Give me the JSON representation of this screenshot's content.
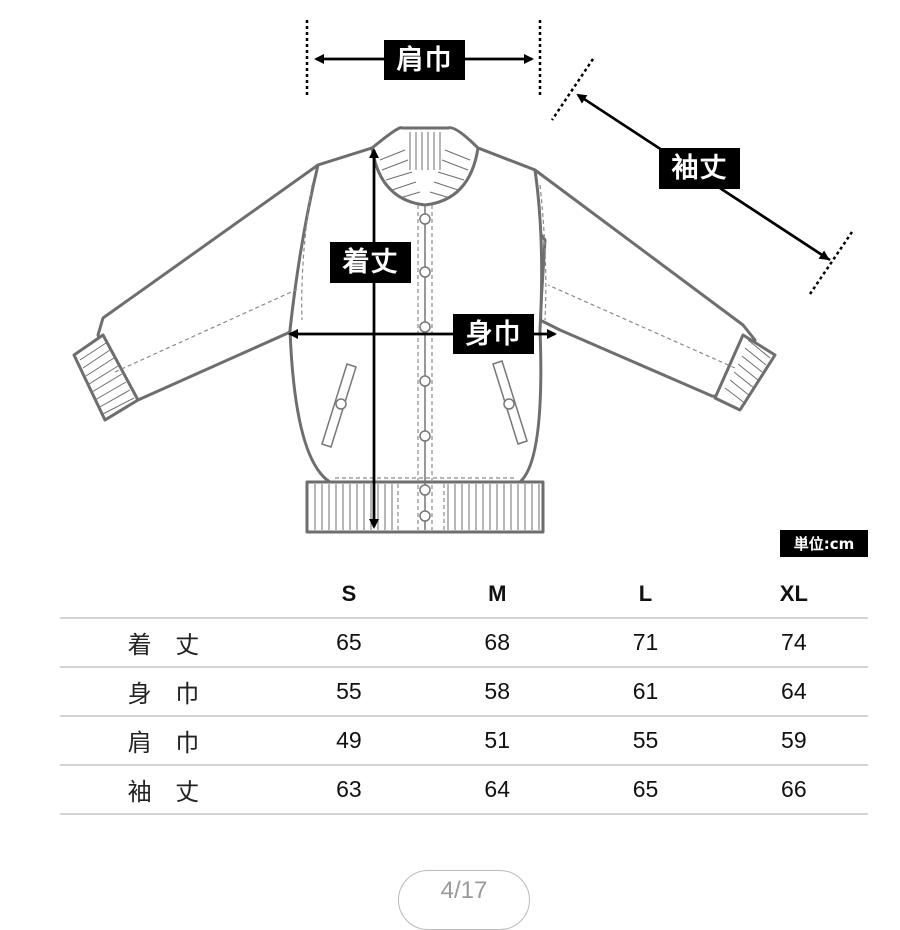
{
  "diagram": {
    "garment": "varsity-jacket",
    "labels": {
      "shoulder_width": "肩巾",
      "sleeve_length": "袖丈",
      "length": "着丈",
      "body_width": "身巾"
    },
    "unit_badge": "単位:cm"
  },
  "size_table": {
    "headers": [
      "",
      "S",
      "M",
      "L",
      "XL"
    ],
    "rows": [
      {
        "label": "着 丈",
        "values": [
          "65",
          "68",
          "71",
          "74"
        ]
      },
      {
        "label": "身 巾",
        "values": [
          "55",
          "58",
          "61",
          "64"
        ]
      },
      {
        "label": "肩 巾",
        "values": [
          "49",
          "51",
          "55",
          "59"
        ]
      },
      {
        "label": "袖 丈",
        "values": [
          "63",
          "64",
          "65",
          "66"
        ]
      }
    ]
  },
  "pager": {
    "label": "4/17"
  },
  "colors": {
    "label_bg": "#000000",
    "label_text": "#ffffff",
    "outline": "#6e6e6e",
    "rule": "#d4d4d4"
  }
}
